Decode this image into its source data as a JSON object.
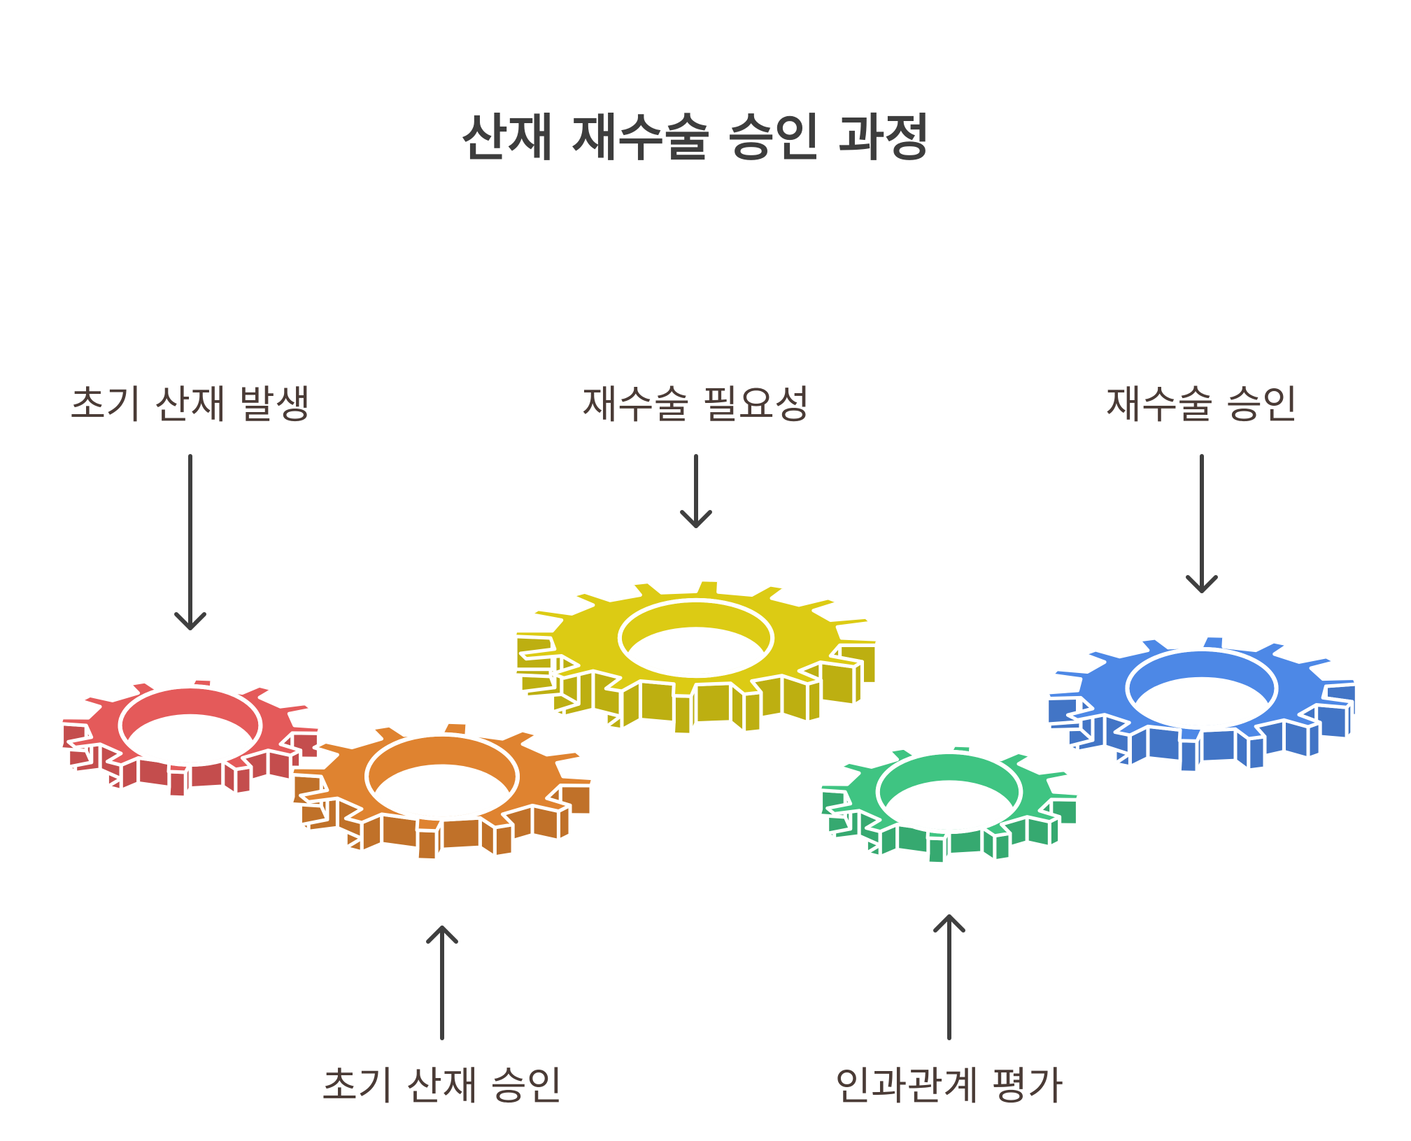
{
  "title": "산재 재수술 승인 과정",
  "colors": {
    "red": "#e45a5a",
    "orange": "#df8330",
    "yellow": "#dccb14",
    "green": "#3fc482",
    "blue": "#4d88e6",
    "text": "#4a3b36",
    "arrow": "#3f3f3f"
  },
  "steps": [
    {
      "label": "초기 산재 발생",
      "gear_color": "red",
      "label_position": "top"
    },
    {
      "label": "초기 산재 승인",
      "gear_color": "orange",
      "label_position": "bottom"
    },
    {
      "label": "재수술 필요성",
      "gear_color": "yellow",
      "label_position": "top"
    },
    {
      "label": "인과관계 평가",
      "gear_color": "green",
      "label_position": "bottom"
    },
    {
      "label": "재수술 승인",
      "gear_color": "blue",
      "label_position": "top"
    }
  ]
}
